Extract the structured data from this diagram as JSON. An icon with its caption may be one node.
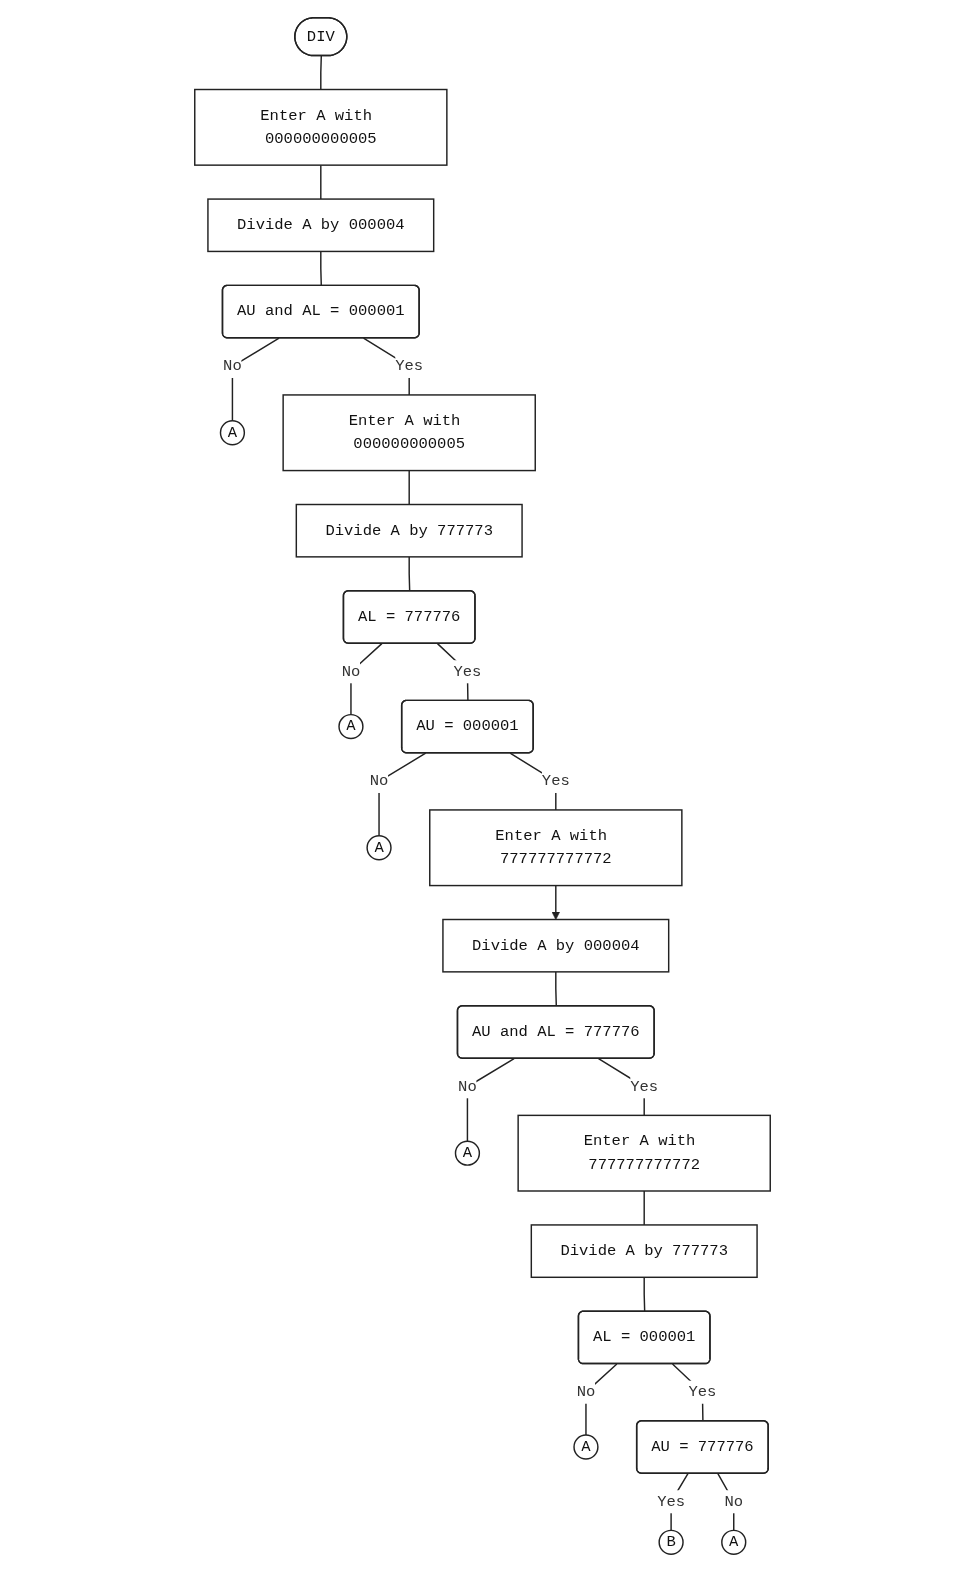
{
  "diagram": {
    "nodes": [
      {
        "text": [
          "DIV"
        ]
      },
      {
        "text": [
          "Enter A with 000000000005"
        ]
      },
      {
        "text": [
          "Divide A by 000004"
        ]
      },
      {
        "text": [
          "AU and AL = 000001"
        ]
      },
      {
        "text": [
          "A"
        ]
      },
      {
        "text": [
          "Enter A with 000000000005"
        ]
      },
      {
        "text": [
          "Divide A by 777773"
        ]
      },
      {
        "text": [
          "AL = 777776"
        ]
      },
      {
        "text": [
          "A"
        ]
      },
      {
        "text": [
          "AU = 000001"
        ]
      },
      {
        "text": [
          "A"
        ]
      },
      {
        "text": [
          "Enter A with 777777777772"
        ]
      },
      {
        "text": [
          "Divide A by 000004"
        ]
      },
      {
        "text": [
          "AU and AL = 777776"
        ]
      },
      {
        "text": [
          "A"
        ]
      },
      {
        "text": [
          "Enter A with 777777777772"
        ]
      },
      {
        "text": [
          "Divide A by 777773"
        ]
      },
      {
        "text": [
          "AL = 000001"
        ]
      },
      {
        "text": [
          "A"
        ]
      },
      {
        "text": [
          "AU = 777776"
        ]
      },
      {
        "text": [
          "B"
        ]
      },
      {
        "text": [
          "A"
        ]
      }
    ],
    "edges": [
      {
        "from": 0,
        "to": 1,
        "arrow": "none"
      },
      {
        "from": 1,
        "to": 2,
        "arrow": "none"
      },
      {
        "from": 2,
        "to": 3,
        "arrow": "none"
      },
      {
        "from": 3,
        "to": 4,
        "arrow": "none",
        "label": "No"
      },
      {
        "from": 3,
        "to": 5,
        "arrow": "none",
        "label": "Yes"
      },
      {
        "from": 5,
        "to": 6,
        "arrow": "none"
      },
      {
        "from": 6,
        "to": 7,
        "arrow": "none"
      },
      {
        "from": 7,
        "to": 8,
        "arrow": "none",
        "label": "No"
      },
      {
        "from": 7,
        "to": 9,
        "arrow": "none",
        "label": "Yes"
      },
      {
        "from": 9,
        "to": 10,
        "arrow": "none",
        "label": "No"
      },
      {
        "from": 9,
        "to": 11,
        "arrow": "none",
        "label": "Yes"
      },
      {
        "from": 11,
        "to": 12,
        "arrow": "to"
      },
      {
        "from": 12,
        "to": 13,
        "arrow": "none"
      },
      {
        "from": 13,
        "to": 14,
        "arrow": "none",
        "label": "No"
      },
      {
        "from": 13,
        "to": 15,
        "arrow": "none",
        "label": "Yes"
      },
      {
        "from": 15,
        "to": 16,
        "arrow": "none"
      },
      {
        "from": 16,
        "to": 17,
        "arrow": "none"
      },
      {
        "from": 17,
        "to": 18,
        "arrow": "none",
        "label": "No"
      },
      {
        "from": 17,
        "to": 19,
        "arrow": "none",
        "label": "Yes"
      },
      {
        "from": 19,
        "to": 20,
        "arrow": "none",
        "label": "Yes"
      },
      {
        "from": 19,
        "to": 21,
        "arrow": "none",
        "label": "No"
      }
    ]
  }
}
